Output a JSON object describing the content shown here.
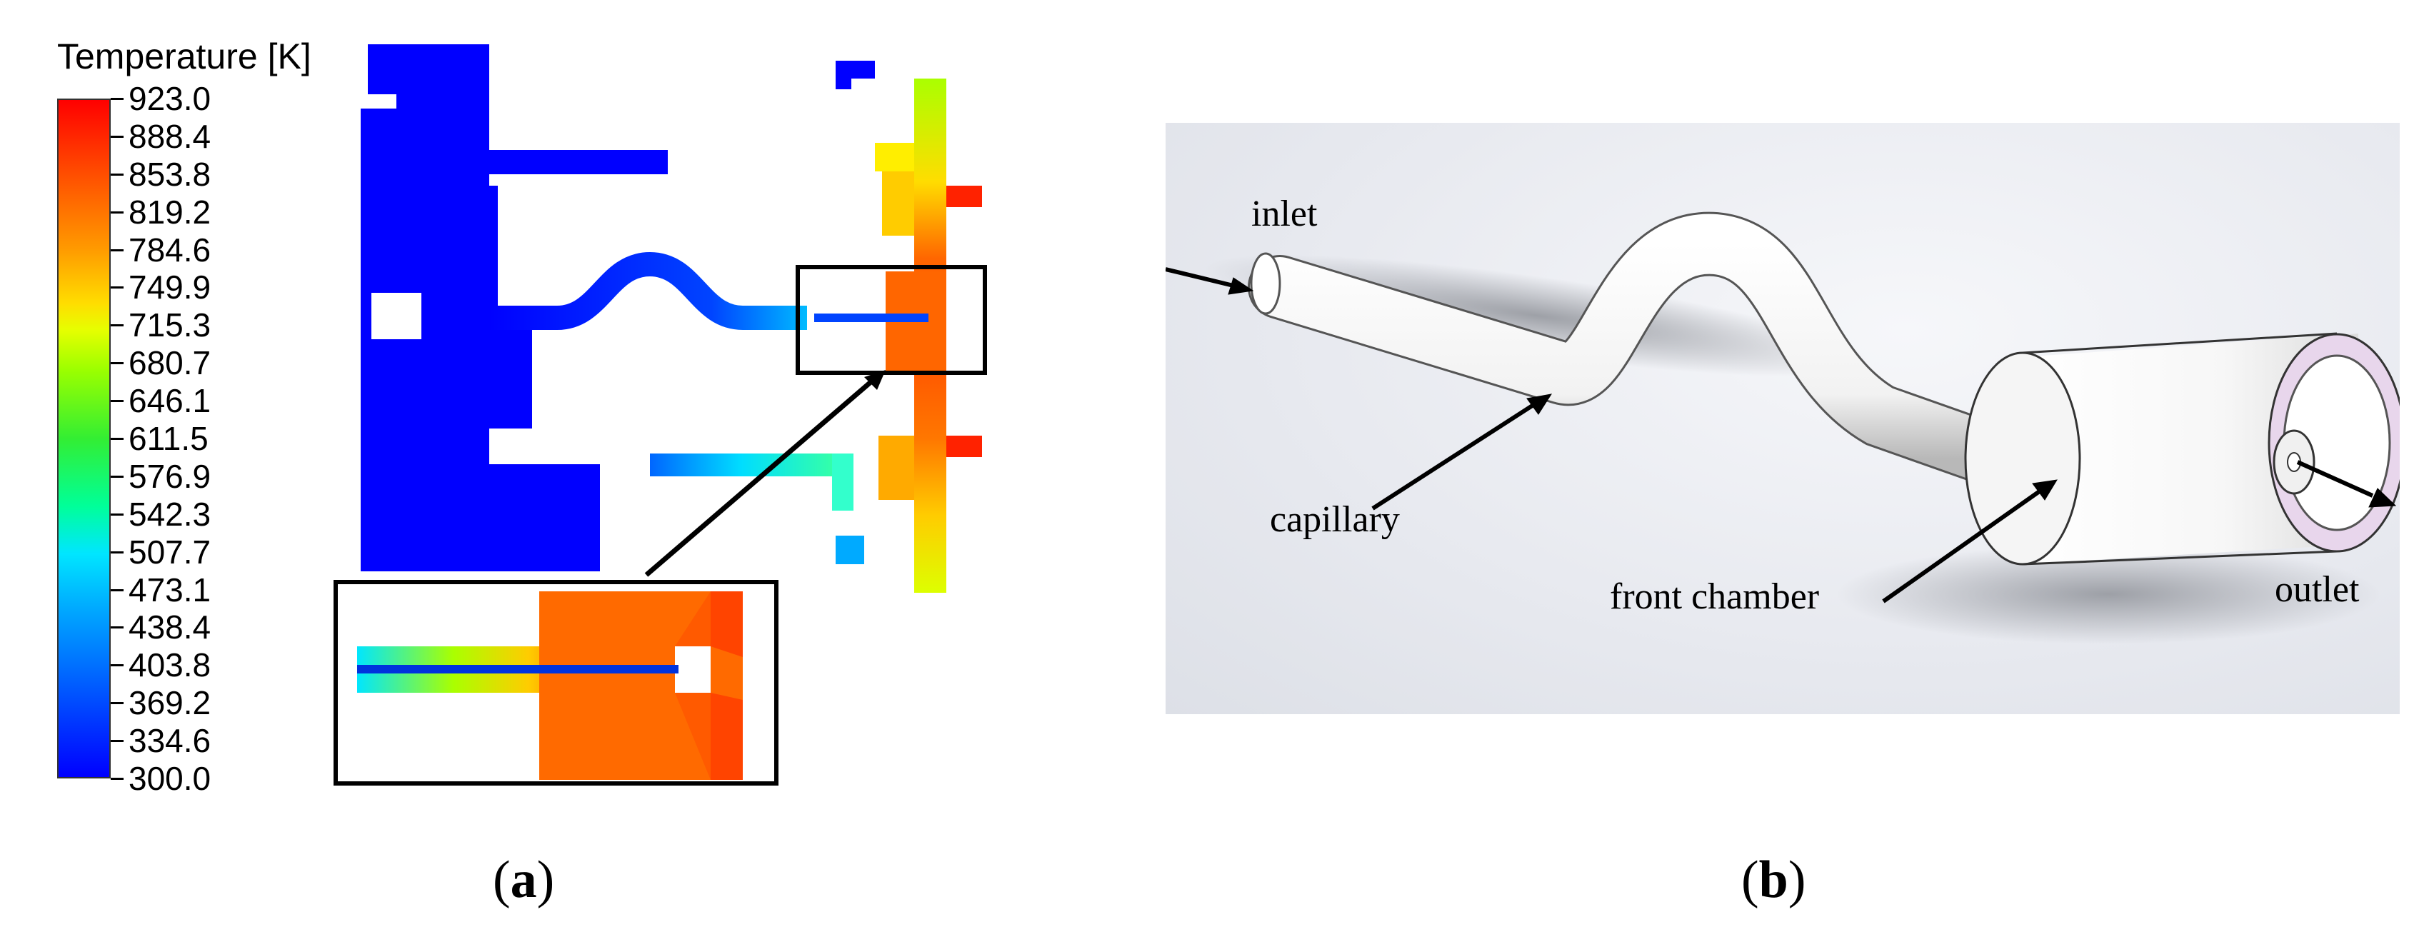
{
  "panel_a": {
    "label_open": "(",
    "label_letter": "a",
    "label_close": ")",
    "legend_title": "Temperature [K]",
    "ticks": [
      "923.0",
      "888.4",
      "853.8",
      "819.2",
      "784.6",
      "749.9",
      "715.3",
      "680.7",
      "646.1",
      "611.5",
      "576.9",
      "542.3",
      "507.7",
      "473.1",
      "438.4",
      "403.8",
      "369.2",
      "334.6",
      "300.0"
    ],
    "colors": {
      "hot": "#ff0000",
      "warm": "#ff6a00",
      "cold": "#0000ff",
      "mid": "#33ee33"
    }
  },
  "panel_b": {
    "label_open": "(",
    "label_letter": "b",
    "label_close": ")",
    "labels": {
      "inlet": "inlet",
      "capillary": "capillary",
      "front_chamber": "front chamber",
      "outlet": "outlet"
    },
    "colors": {
      "chamber_face": "#e8d6ec",
      "body": "#ffffff"
    }
  }
}
